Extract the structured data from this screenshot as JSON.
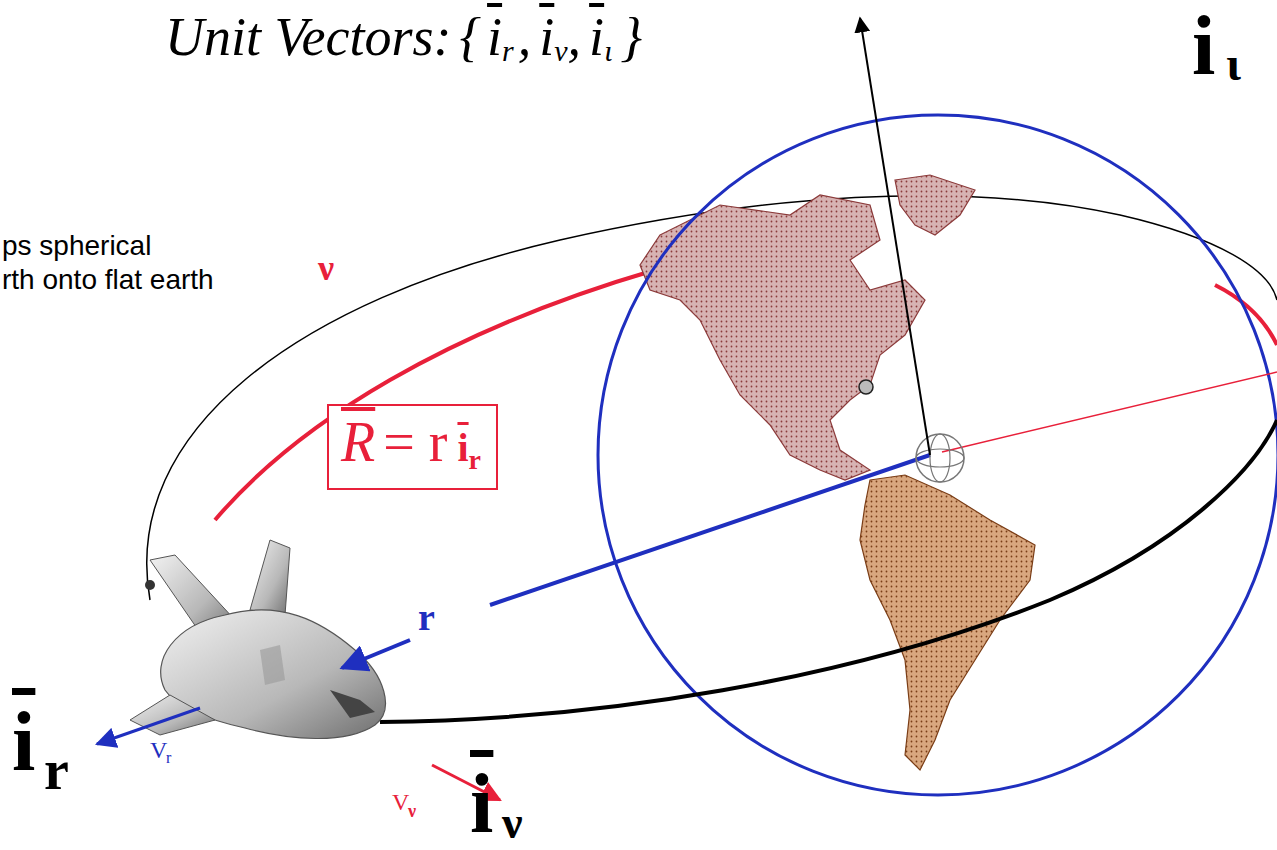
{
  "diagram": {
    "title": "Unit Vectors:",
    "nodes": [
      {
        "text": [
          "R",
          "= r",
          "i",
          "r"
        ]
      }
    ],
    "labels": [
      "{",
      "i",
      "r",
      ",",
      "i",
      "ν",
      ",",
      "i",
      "ι",
      "}",
      "ps spherical",
      "rth onto flat earth",
      "ν",
      "r",
      "i",
      "r",
      "V",
      "r",
      "V",
      "ν",
      "i",
      "ν",
      "i",
      "ι"
    ]
  }
}
